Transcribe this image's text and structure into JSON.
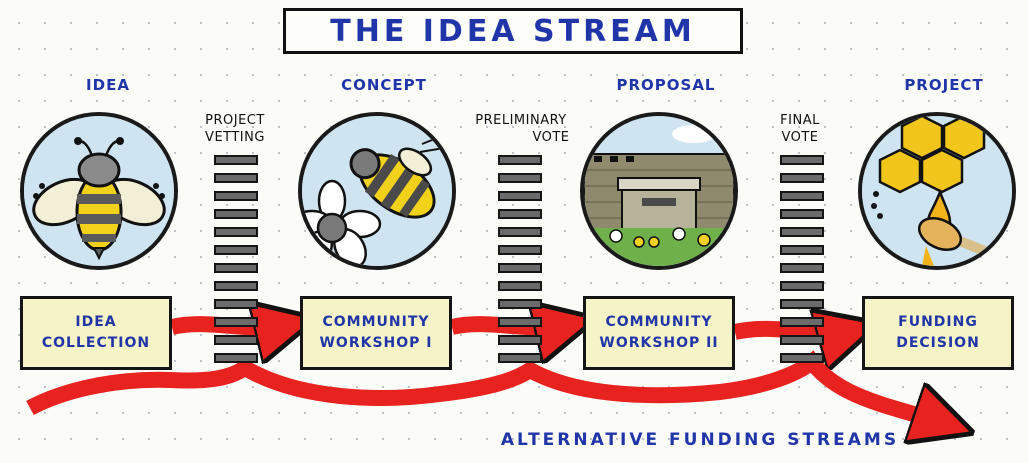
{
  "title": "THE IDEA STREAM",
  "stages": [
    {
      "label": "IDEA",
      "box": "IDEA COLLECTION",
      "icon": "bee-icon"
    },
    {
      "label": "CONCEPT",
      "box": "COMMUNITY WORKSHOP I",
      "icon": "bee-flower-icon"
    },
    {
      "label": "PROPOSAL",
      "box": "COMMUNITY WORKSHOP II",
      "icon": "building-garden-icon"
    },
    {
      "label": "PROJECT",
      "box": "FUNDING DECISION",
      "icon": "honey-dipper-icon"
    }
  ],
  "gates": [
    {
      "label_line1": "PROJECT",
      "label_line2": "VETTING"
    },
    {
      "label_line1": "PRELIMINARY",
      "label_line2": "VOTE"
    },
    {
      "label_line1": "FINAL",
      "label_line2": "VOTE"
    }
  ],
  "footer": "ALTERNATIVE FUNDING STREAMS",
  "colors": {
    "ink": "#1f35a8",
    "arrow": "#e8221f",
    "box": "#f6f3c7",
    "bee_yellow": "#f2d11a",
    "honey": "#f2b21a",
    "sky": "#cfe4f1"
  }
}
